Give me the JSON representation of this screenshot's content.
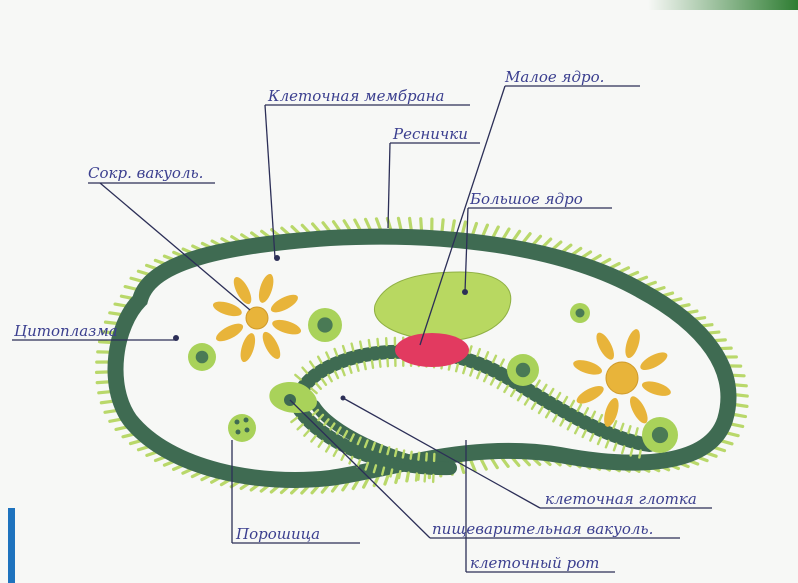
{
  "diagram": {
    "labels": {
      "small_nucleus": "Малое ядро.",
      "cell_membrane": "Клеточная мембрана",
      "cilia": "Реснички",
      "contractile_vacuole": "Сокр. вакуоль.",
      "large_nucleus": "Большое ядро",
      "cytoplasm": "Цитоплазма",
      "cell_mouth_cilia": "клеточная глотка",
      "powder_spot": "Порошица",
      "digestive_vacuole": "пищеварительная вакуоль.",
      "cell_mouth": "клеточный рот"
    },
    "colors": {
      "body_outline": "#3f6b52",
      "cilia": "#b9d86a",
      "large_nucleus": "#b8d861",
      "small_nucleus": "#e23a60",
      "vacuole_petals": "#e8b43a",
      "food_vacuole": "#a9d25a",
      "label_text": "#3b3f8f"
    }
  }
}
